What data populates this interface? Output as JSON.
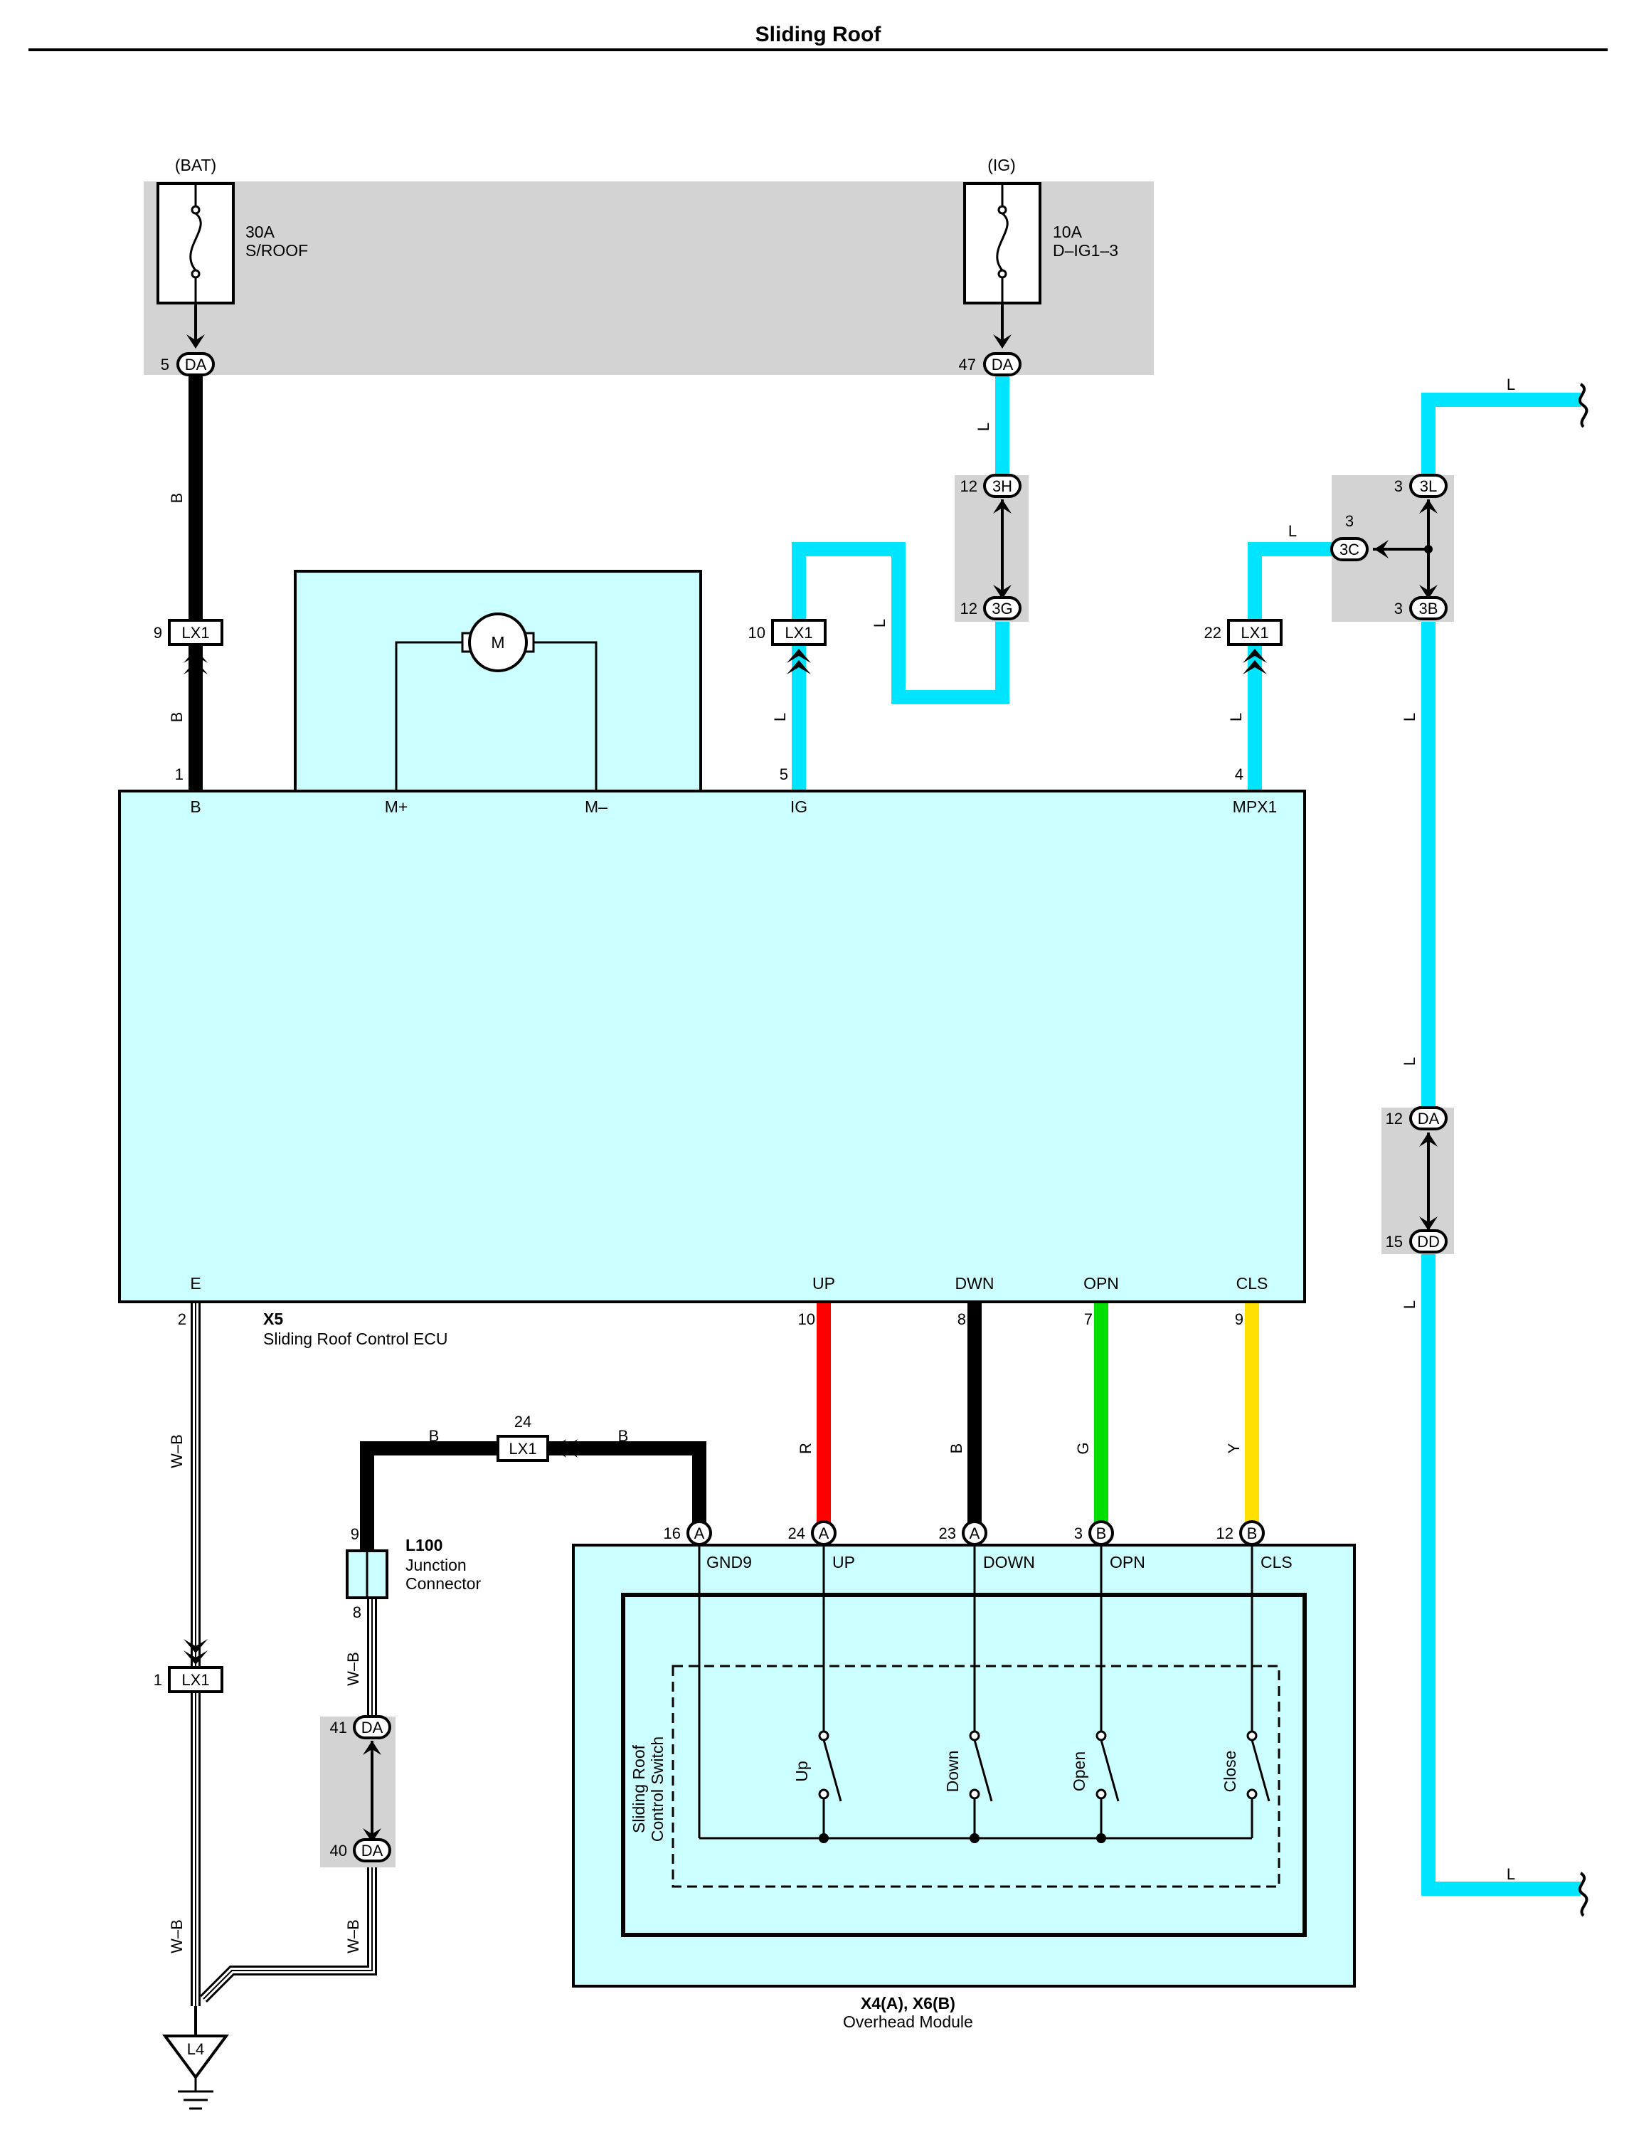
{
  "title": "Sliding Roof",
  "power": {
    "bat_label": "(BAT)",
    "ig_label": "(IG)",
    "fuse1_amp": "30A",
    "fuse1_name": "S/ROOF",
    "fuse2_amp": "10A",
    "fuse2_name": "D–IG1–3"
  },
  "connectors": {
    "da": "DA",
    "dd": "DD",
    "lx1": "LX1",
    "c3h": "3H",
    "c3g": "3G",
    "c3l": "3L",
    "c3b": "3B",
    "c3c": "3C",
    "a": "A",
    "b": "B",
    "l4": "L4"
  },
  "pins": {
    "p5": "5",
    "p47": "47",
    "p12": "12",
    "p9": "9",
    "p10": "10",
    "p22": "22",
    "p3": "3",
    "p1": "1",
    "p4": "4",
    "p15": "15",
    "p2": "2",
    "p8": "8",
    "p7": "7",
    "p24": "24",
    "p16": "16",
    "p23": "23",
    "p41": "41",
    "p40": "40"
  },
  "wire_colors": {
    "L": "L",
    "B": "B",
    "R": "R",
    "G": "G",
    "Y": "Y",
    "WB": "W–B",
    "hex_L": "#00e5ff",
    "hex_B": "#000000",
    "hex_R": "#ff0000",
    "hex_G": "#00dd00",
    "hex_Y": "#ffe000",
    "hex_box": "#ccffff",
    "hex_shade": "#d3d3d3"
  },
  "ecu": {
    "id": "X5",
    "name": "Sliding Roof Control ECU",
    "motor": "M",
    "terms": {
      "b": "B",
      "mplus": "M+",
      "mminus": "M–",
      "ig": "IG",
      "mpx1": "MPX1",
      "e": "E",
      "up": "UP",
      "dwn": "DWN",
      "opn": "OPN",
      "cls": "CLS"
    }
  },
  "junction": {
    "id": "L100",
    "line1": "Junction",
    "line2": "Connector"
  },
  "module": {
    "id": "X4(A), X6(B)",
    "name": "Overhead Module",
    "terms": {
      "gnd9": "GND9",
      "up": "UP",
      "down": "DOWN",
      "opn": "OPN",
      "cls": "CLS"
    },
    "switch_title1": "Sliding Roof",
    "switch_title2": "Control Switch",
    "switches": {
      "up": "Up",
      "down": "Down",
      "open": "Open",
      "close": "Close"
    }
  }
}
